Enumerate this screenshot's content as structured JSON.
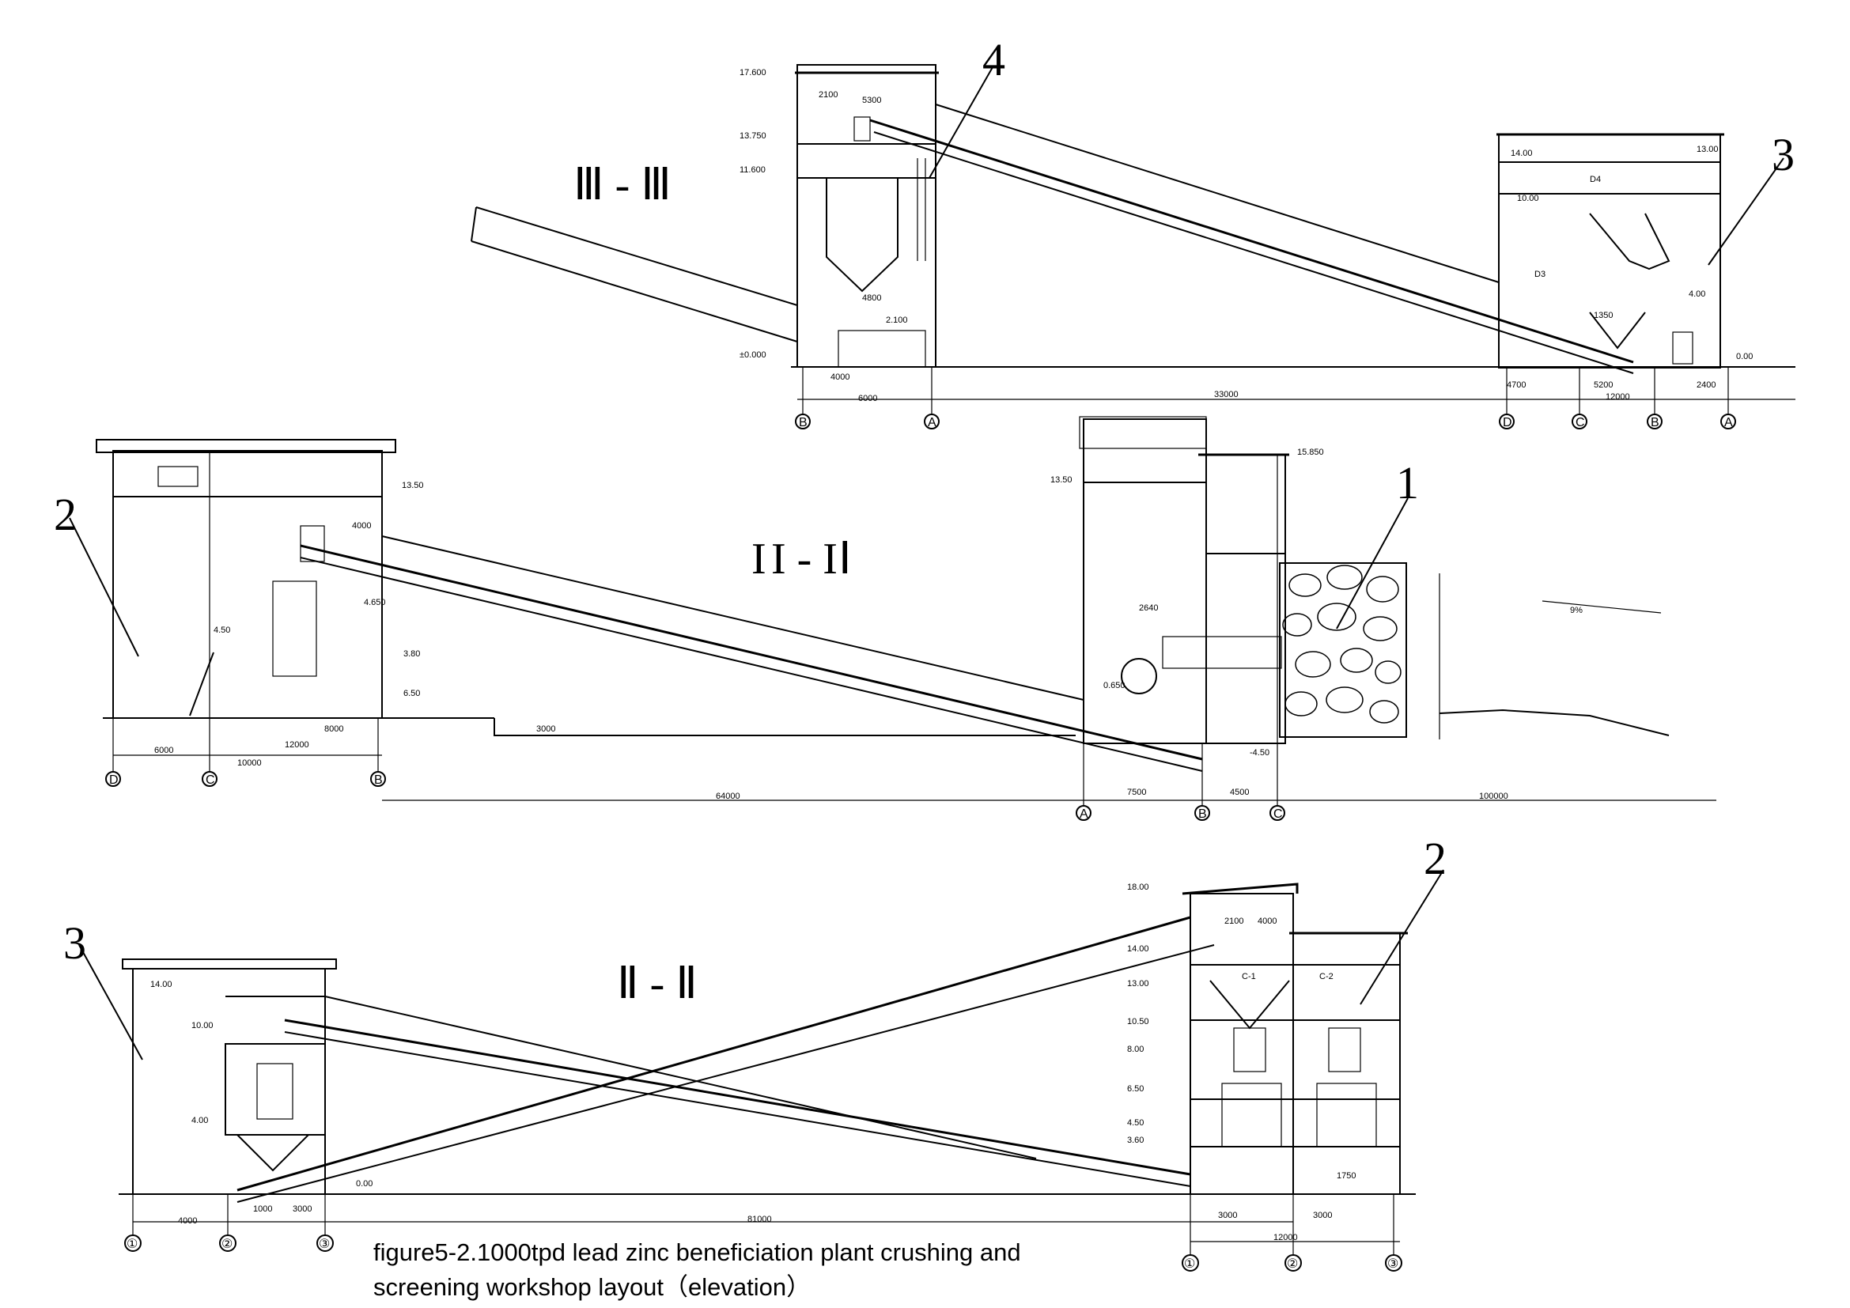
{
  "caption": {
    "line1": "figure5-2.1000tpd lead zinc beneficiation plant  crushing  and",
    "line2": "screening workshop layout（elevation）"
  },
  "sections": {
    "s3": "Ⅲ - Ⅲ",
    "s1_left": "I",
    "s1_mid": "I - I",
    "s1_right": "Ⅰ",
    "s2": "Ⅱ - Ⅱ"
  },
  "callouts": [
    "4",
    "3",
    "2",
    "1",
    "2",
    "3"
  ],
  "elevations": {
    "top": [
      "17.600",
      "13.750",
      "11.600",
      "2.100",
      "±0.000",
      "14.00",
      "13.00",
      "10.00",
      "4.00",
      "0.00"
    ],
    "middle": [
      "13.50",
      "4.50",
      "3.80",
      "6.50",
      "4.650",
      "13.50",
      "15.850",
      "0.650",
      "-4.50"
    ],
    "bottom": [
      "14.00",
      "10.00",
      "4.00",
      "0.00",
      "18.00",
      "14.00",
      "13.00",
      "10.50",
      "8.00",
      "6.50",
      "4.50",
      "3.60"
    ]
  },
  "dimensions": {
    "top": [
      "4000",
      "6000",
      "33000",
      "4700",
      "5200",
      "2400",
      "12000",
      "1350",
      "2100",
      "5300",
      "4800",
      "D3",
      "D4"
    ],
    "middle": [
      "6000",
      "12000",
      "10000",
      "8000",
      "3000",
      "64000",
      "7500",
      "4500",
      "100000",
      "4000",
      "2640",
      "9%"
    ],
    "bottom": [
      "4000",
      "1000",
      "3000",
      "81000",
      "3000",
      "3000",
      "12000",
      "2100",
      "4000",
      "1750",
      "C-1",
      "C-2"
    ]
  },
  "axes": {
    "top": [
      "B",
      "A",
      "D",
      "C",
      "B",
      "A"
    ],
    "middle": [
      "D",
      "C",
      "B",
      "A",
      "B",
      "C"
    ],
    "bottom": [
      "①",
      "②",
      "③",
      "①",
      "②",
      "③"
    ]
  }
}
